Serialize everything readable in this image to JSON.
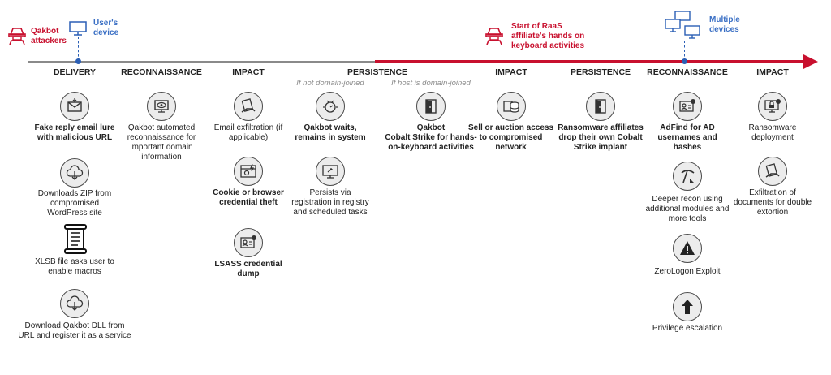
{
  "header": {
    "attackers": "Qakbot\nattackers",
    "user_device": "User's\ndevice",
    "raas_start": "Start of RaaS\naffiliate's hands on\nkeyboard activities",
    "multiple_devices": "Multiple\ndevices"
  },
  "phases": [
    "DELIVERY",
    "RECONNAISSANCE",
    "IMPACT",
    "PERSISTENCE",
    "IMPACT",
    "PERSISTENCE",
    "RECONNAISSANCE",
    "IMPACT"
  ],
  "subphases": [
    "If not domain-joined",
    "If host is domain-joined"
  ],
  "items": {
    "delivery": [
      "Fake reply email lure with malicious URL",
      "Downloads ZIP from compromised WordPress site",
      "XLSB file asks user to enable macros",
      "Download Qakbot DLL from URL and register it as a service"
    ],
    "recon1": [
      "Qakbot automated reconnaissance for important domain information"
    ],
    "impact1": [
      "Email exfiltration (if applicable)",
      "Cookie or browser credential theft",
      "LSASS credential dump"
    ],
    "persist_not_joined": [
      "Qakbot waits, remains in system",
      "Persists via registration in registry and scheduled tasks"
    ],
    "persist_joined": [
      "Qakbot\nCobalt Strike for hands-on-keyboard activities"
    ],
    "impact2": [
      "Sell or auction access to compromised network"
    ],
    "persist2": [
      "Ransomware affiliates drop their own Cobalt Strike implant"
    ],
    "recon2": [
      "AdFind for AD usernames and hashes",
      "Deeper recon using additional modules and more tools",
      "ZeroLogon Exploit",
      "Privilege escalation"
    ],
    "impact3": [
      "Ransomware deployment",
      "Exfiltration of documents for double extortion"
    ]
  },
  "colors": {
    "accent_red": "#c8102e",
    "accent_blue": "#2b5fb5",
    "line_gray": "#8a8a8a"
  }
}
